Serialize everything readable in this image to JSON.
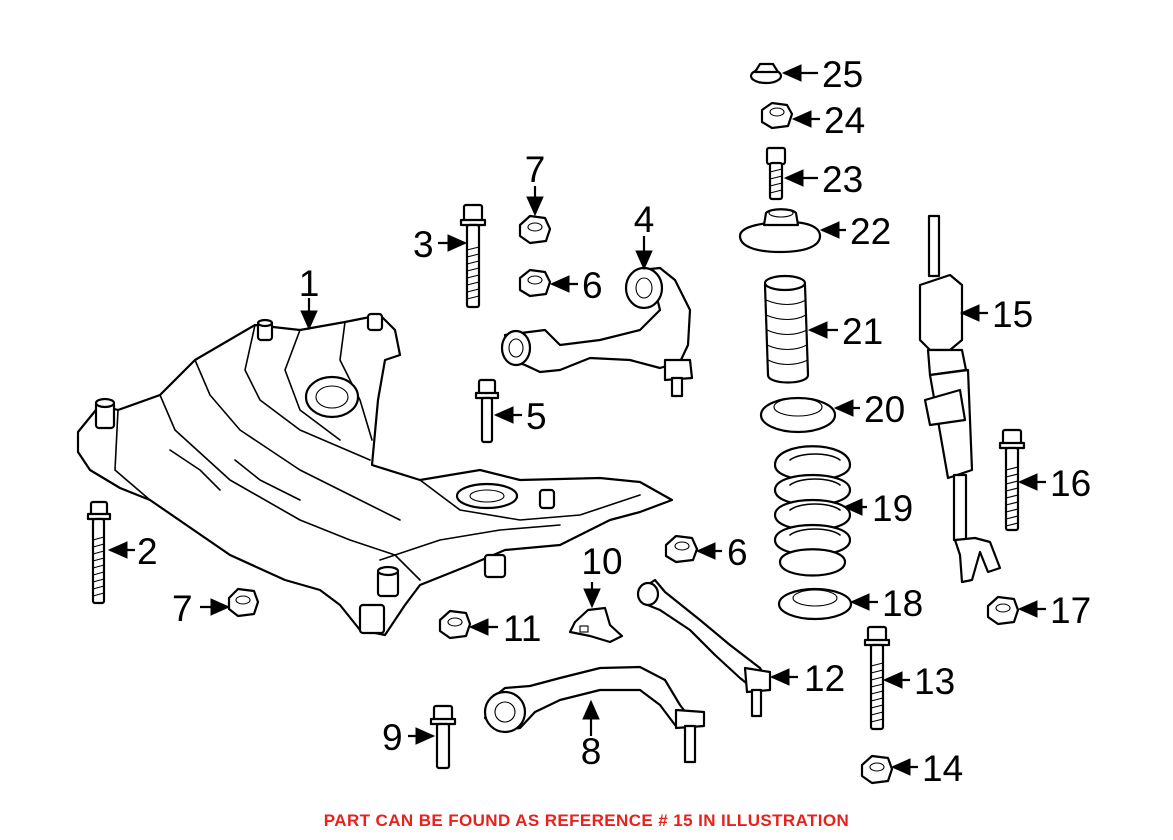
{
  "callouts": {
    "c1": "1",
    "c2": "2",
    "c3": "3",
    "c4": "4",
    "c5": "5",
    "c6a": "6",
    "c6b": "6",
    "c7a": "7",
    "c7b": "7",
    "c8": "8",
    "c9": "9",
    "c10": "10",
    "c11": "11",
    "c12": "12",
    "c13": "13",
    "c14": "14",
    "c15": "15",
    "c16": "16",
    "c17": "17",
    "c18": "18",
    "c19": "19",
    "c20": "20",
    "c21": "21",
    "c22": "22",
    "c23": "23",
    "c24": "24",
    "c25": "25"
  },
  "footer_note": "PART CAN BE FOUND AS REFERENCE # 15 IN ILLUSTRATION",
  "colors": {
    "note": "#e8211d",
    "ink": "#000000"
  }
}
